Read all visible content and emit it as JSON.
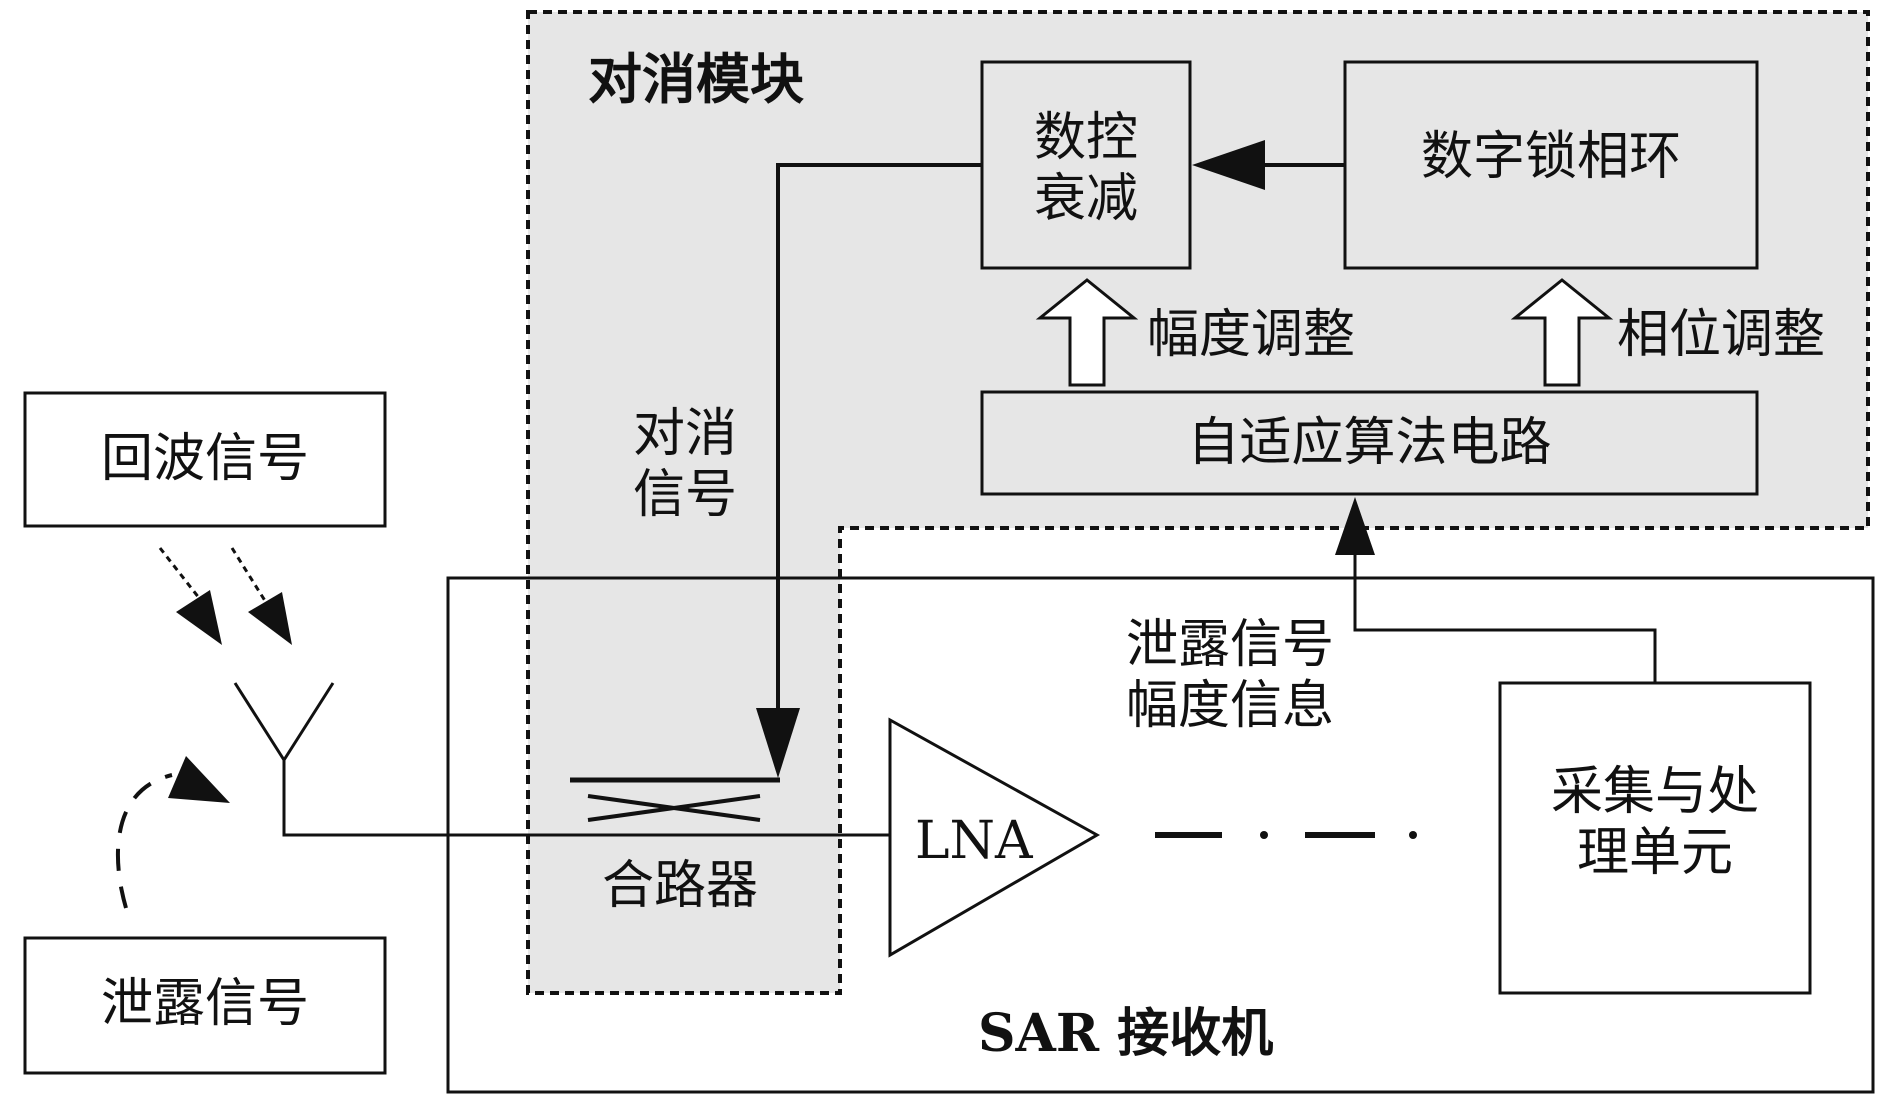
{
  "module": {
    "title": "对消模块"
  },
  "blocks": {
    "digital_attenuator": [
      "数控",
      "衰减"
    ],
    "digital_pll": "数字锁相环",
    "adaptive_circuit": "自适应算法电路",
    "echo_signal": "回波信号",
    "leak_signal": "泄露信号",
    "acquisition_unit": [
      "采集与处",
      "理单元"
    ],
    "lna": "LNA"
  },
  "labels": {
    "amplitude_adjust": "幅度调整",
    "phase_adjust": "相位调整",
    "cancel_signal": [
      "对消",
      "信号"
    ],
    "leak_info": [
      "泄露信号",
      "幅度信息"
    ],
    "combiner": "合路器",
    "receiver": "SAR 接收机"
  },
  "colors": {
    "module_fill": "#e6e6e6",
    "line": "#111111",
    "box_fill": "#ffffff"
  }
}
